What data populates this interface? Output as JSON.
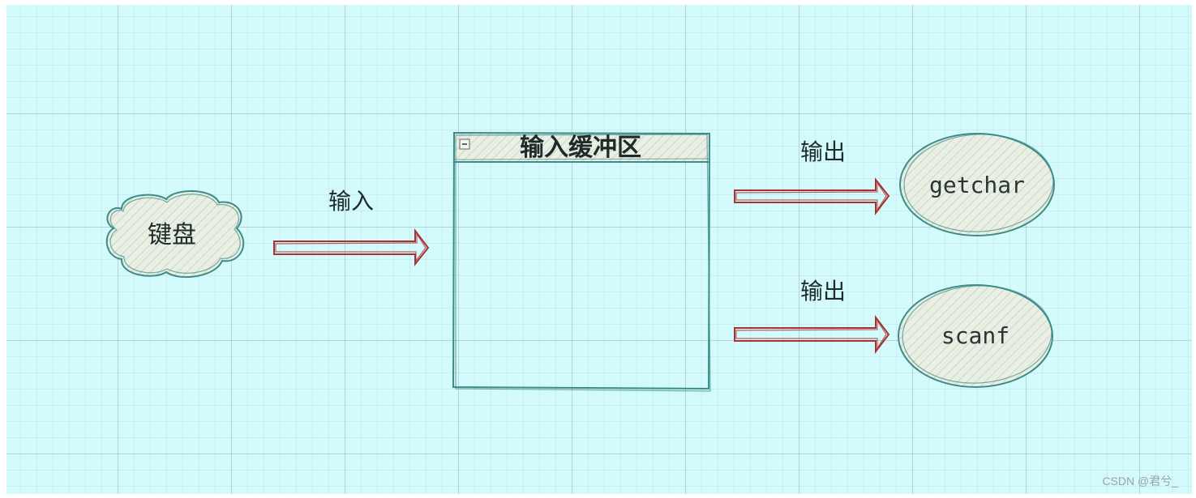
{
  "nodes": {
    "keyboard": "键盘",
    "buffer_title": "输入缓冲区",
    "getchar": "getchar",
    "scanf": "scanf"
  },
  "edges": {
    "input": "输入",
    "output_top": "输出",
    "output_bottom": "输出"
  },
  "watermark": "CSDN @君兮_",
  "colors": {
    "background": "#d4fbfb",
    "node_stroke": "#3d8c8a",
    "arrow_stroke": "#a83232",
    "hatch": "#e8e6d6"
  }
}
